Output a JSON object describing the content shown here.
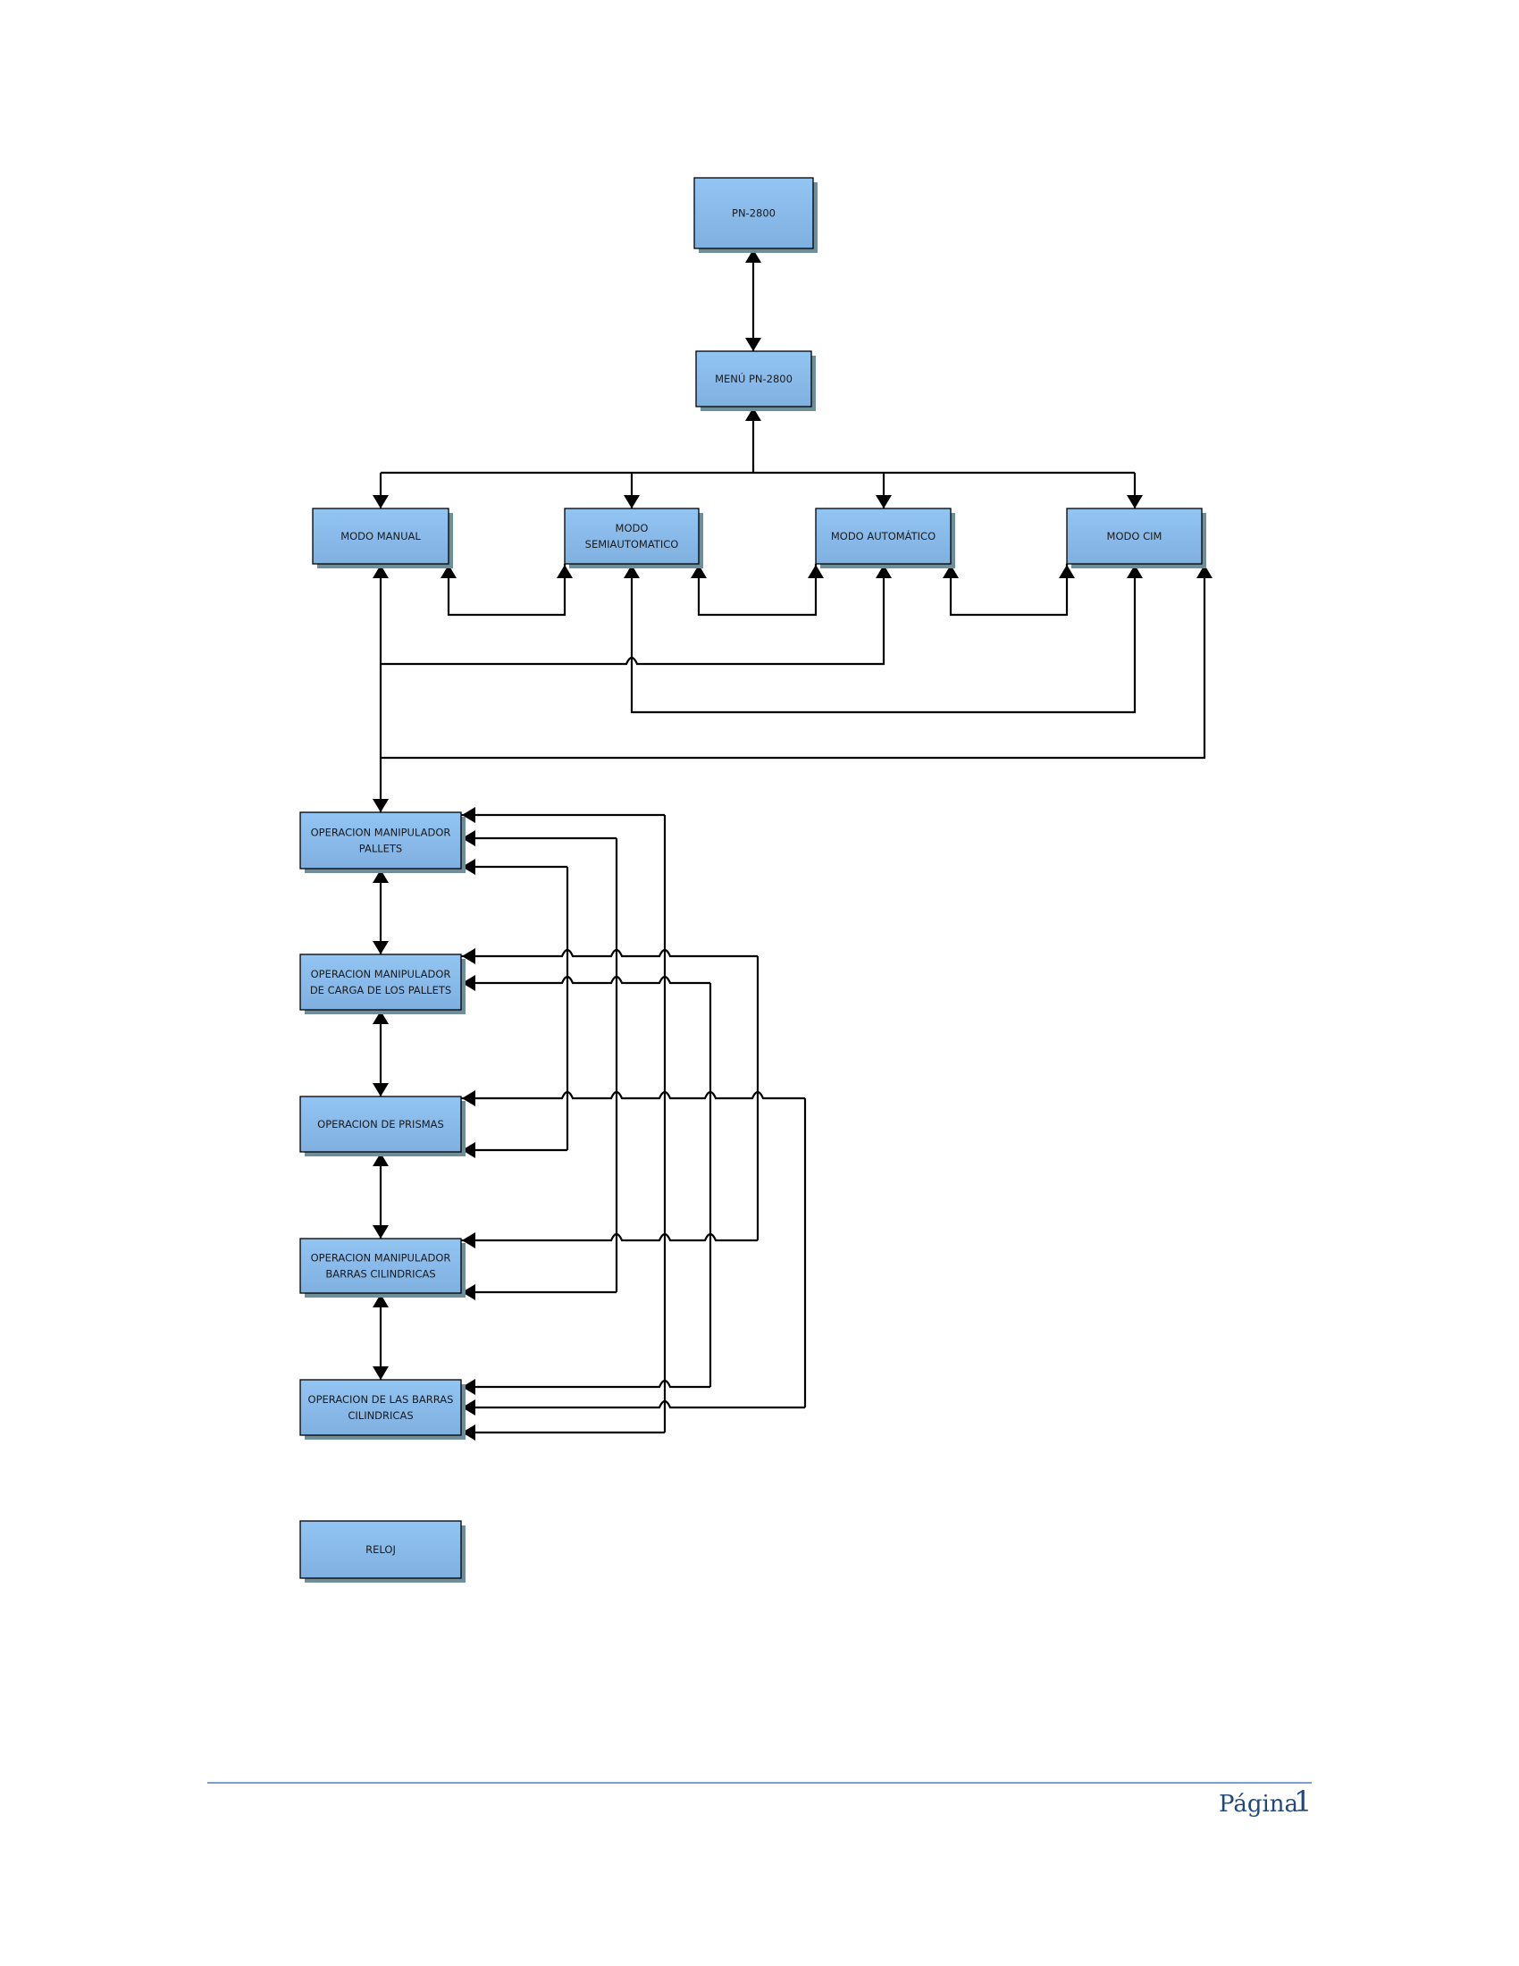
{
  "diagram": {
    "nodes": [
      {
        "id": "pn2800",
        "lines": [
          "PN-2800"
        ]
      },
      {
        "id": "menu",
        "lines": [
          "MENÚ PN-2800"
        ]
      },
      {
        "id": "manual",
        "lines": [
          "MODO MANUAL"
        ]
      },
      {
        "id": "semi",
        "lines": [
          "MODO",
          "SEMIAUTOMATICO"
        ]
      },
      {
        "id": "auto",
        "lines": [
          "MODO AUTOMÁTICO"
        ]
      },
      {
        "id": "cim",
        "lines": [
          "MODO CIM"
        ]
      },
      {
        "id": "op1",
        "lines": [
          "OPERACION MANIPULADOR",
          "PALLETS"
        ]
      },
      {
        "id": "op2",
        "lines": [
          "OPERACION MANIPULADOR",
          "DE CARGA DE LOS PALLETS"
        ]
      },
      {
        "id": "op3",
        "lines": [
          "OPERACION DE PRISMAS"
        ]
      },
      {
        "id": "op4",
        "lines": [
          "OPERACION MANIPULADOR",
          "BARRAS CILINDRICAS"
        ]
      },
      {
        "id": "op5",
        "lines": [
          "OPERACION DE LAS BARRAS",
          "CILINDRICAS"
        ]
      },
      {
        "id": "reloj",
        "lines": [
          "RELOJ"
        ]
      }
    ],
    "edges": [
      {
        "from": "pn2800",
        "to": "menu",
        "bidirectional": true
      },
      {
        "from": "menu",
        "to": "manual"
      },
      {
        "from": "menu",
        "to": "semi"
      },
      {
        "from": "menu",
        "to": "auto"
      },
      {
        "from": "menu",
        "to": "cim"
      },
      {
        "from": "manual",
        "to": "semi",
        "bidirectional": true
      },
      {
        "from": "semi",
        "to": "auto",
        "bidirectional": true
      },
      {
        "from": "auto",
        "to": "cim",
        "bidirectional": true
      },
      {
        "from": "manual",
        "to": "auto",
        "bidirectional": true
      },
      {
        "from": "semi",
        "to": "cim",
        "bidirectional": true
      },
      {
        "from": "manual",
        "to": "cim",
        "bidirectional": true
      },
      {
        "from": "manual",
        "to": "op1"
      },
      {
        "from": "op1",
        "to": "op2",
        "bidirectional": true
      },
      {
        "from": "op2",
        "to": "op3",
        "bidirectional": true
      },
      {
        "from": "op3",
        "to": "op4",
        "bidirectional": true
      },
      {
        "from": "op4",
        "to": "op5",
        "bidirectional": true
      },
      {
        "from": "op1",
        "to": "op3",
        "bidirectional": true
      },
      {
        "from": "op1",
        "to": "op4",
        "bidirectional": true
      },
      {
        "from": "op1",
        "to": "op5",
        "bidirectional": true
      },
      {
        "from": "op2",
        "to": "op4",
        "bidirectional": true
      },
      {
        "from": "op2",
        "to": "op5",
        "bidirectional": true
      },
      {
        "from": "op3",
        "to": "op5",
        "bidirectional": true
      }
    ],
    "colors": {
      "box_fill_top": "#93c5f3",
      "box_fill_bottom": "#7fb0e0",
      "box_shadow": "#6e8f9a",
      "line": "#000000",
      "footer": "#1f497d",
      "footer_rule": "#4f81bd"
    }
  },
  "footer": {
    "page_label": "Página",
    "page_number": "1"
  }
}
